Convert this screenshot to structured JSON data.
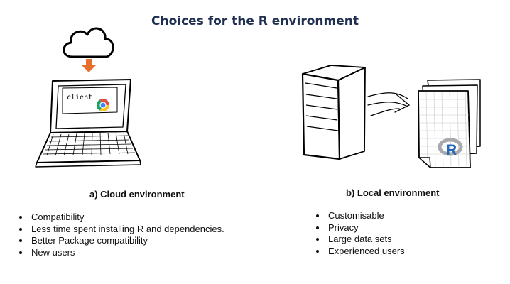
{
  "title": "Choices for the R environment",
  "cloud": {
    "heading": "a) Cloud environment",
    "screen_label": "client",
    "browser_icon": "chrome-icon",
    "bullets": [
      "Compatibility",
      "Less time spent installing R and dependencies.",
      "Better Package compatibility",
      "New users"
    ]
  },
  "local": {
    "heading": "b) Local environment",
    "logo_icon": "r-logo-icon",
    "bullets": [
      "Customisable",
      "Privacy",
      "Large data sets",
      "Experienced users"
    ]
  },
  "colors": {
    "title": "#1f2f4f",
    "arrow": "#e5702d",
    "r_blue": "#2767b8",
    "r_grey": "#a7a9ad"
  }
}
